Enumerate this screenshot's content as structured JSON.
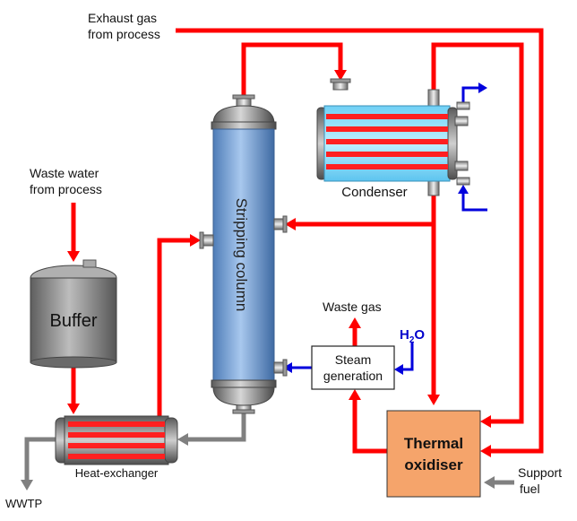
{
  "labels": {
    "exhaust_gas_line1": "Exhaust gas",
    "exhaust_gas_line2": "from process",
    "waste_water_line1": "Waste water",
    "waste_water_line2": "from process",
    "buffer": "Buffer",
    "heat_exchanger": "Heat-exchanger",
    "wwtp": "WWTP",
    "stripping_column": "Stripping column",
    "condenser": "Condenser",
    "waste_gas": "Waste gas",
    "h2o_main": "H",
    "h2o_sub": "2",
    "h2o_end": "O",
    "steam_generation_line1": "Steam",
    "steam_generation_line2": "generation",
    "thermal_oxidiser_line1": "Thermal",
    "thermal_oxidiser_line2": "oxidiser",
    "support_fuel_line1": "Support",
    "support_fuel_line2": "fuel"
  },
  "colors": {
    "hot_stream": "#ff0000",
    "cold_water": "#0000dd",
    "grey_stream": "#808080",
    "oxidiser_fill": "#f5a46b",
    "column_fill": "#7fa8d8",
    "buffer_fill": "#8a8a8a"
  }
}
